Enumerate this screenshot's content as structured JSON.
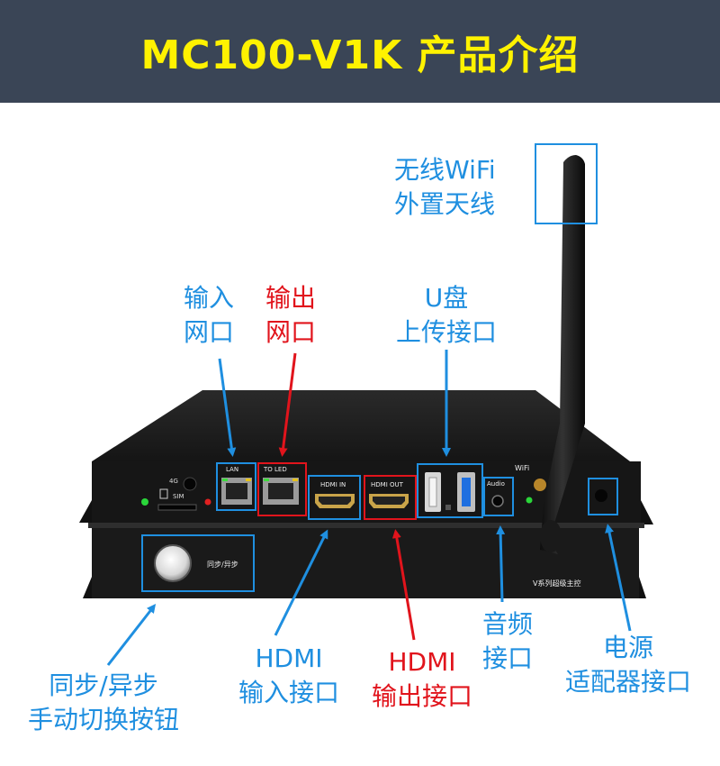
{
  "title": "MC100-V1K 产品介绍",
  "colors": {
    "header_bg": "#3a4556",
    "title": "#fff200",
    "blue": "#1f8fe0",
    "red": "#e1141c"
  },
  "device": {
    "lan_label": "LAN",
    "to_led_label": "TO LED",
    "hdmi_in_label": "HDMI IN",
    "hdmi_out_label": "HDMI OUT",
    "audio_label": "Audio",
    "wifi_label": "WiFi",
    "four_g_label": "4G",
    "sim_label": "SIM",
    "sync_label": "同步/异步",
    "series_label": "V系列超级主控"
  },
  "callouts": {
    "wifi": [
      "无线WiFi",
      "外置天线"
    ],
    "lan_in": [
      "输入",
      "网口"
    ],
    "lan_out": [
      "输出",
      "网口"
    ],
    "usb": [
      "U盘",
      "上传接口"
    ],
    "hdmi_in": [
      "HDMI",
      "输入接口"
    ],
    "hdmi_out": [
      "HDMI",
      "输出接口"
    ],
    "audio": [
      "音频",
      "接口"
    ],
    "power": [
      "电源",
      "适配器接口"
    ],
    "sync": [
      "同步/异步",
      "手动切换按钮"
    ]
  }
}
